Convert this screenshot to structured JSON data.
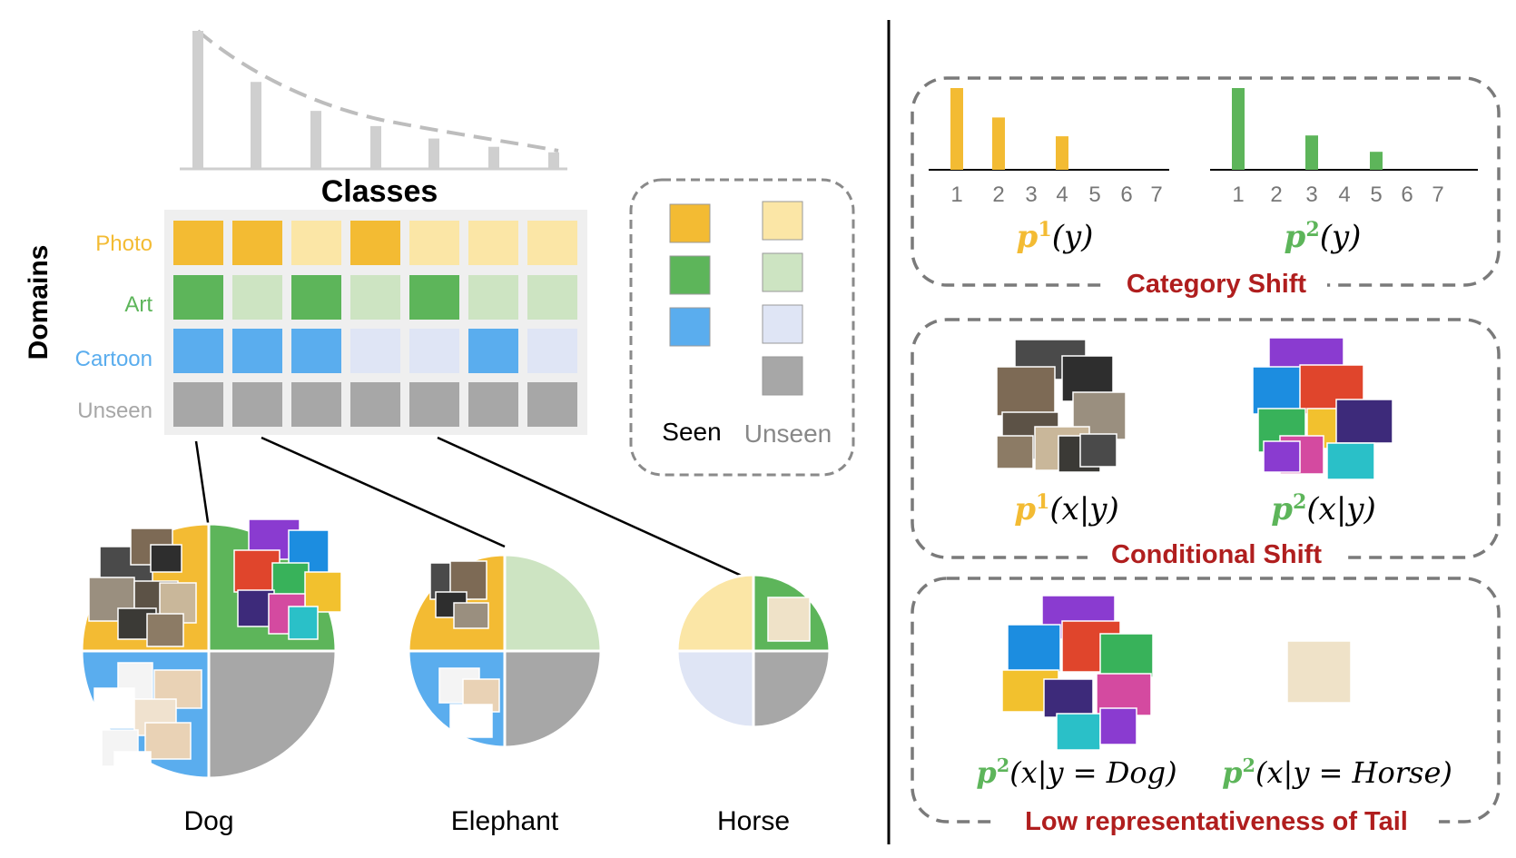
{
  "colors": {
    "photo": "#f3bb33",
    "photo_light": "#fbe6a6",
    "art": "#5db55a",
    "art_light": "#cde4c2",
    "cartoon": "#5aadee",
    "cartoon_light": "#dfe5f5",
    "unseen": "#a7a7a7",
    "shift_label": "#b01e1e",
    "bar_gray": "#cfcfcf"
  },
  "left": {
    "classes_label": "Classes",
    "domains_label": "Domains",
    "row_labels": [
      "Photo",
      "Art",
      "Cartoon",
      "Unseen"
    ],
    "grid": [
      [
        "seen",
        "seen",
        "unseen",
        "seen",
        "unseen",
        "unseen",
        "unseen"
      ],
      [
        "seen",
        "unseen",
        "seen",
        "unseen",
        "seen",
        "unseen",
        "unseen"
      ],
      [
        "seen",
        "seen",
        "seen",
        "unseen",
        "unseen",
        "seen",
        "unseen"
      ],
      [
        "unseen",
        "unseen",
        "unseen",
        "unseen",
        "unseen",
        "unseen",
        "unseen"
      ]
    ],
    "class_distribution": [
      100,
      63,
      42,
      31,
      22,
      16,
      12
    ],
    "pies": [
      {
        "label": "Dog",
        "quadrants": [
          "photo",
          "art",
          "cartoon",
          "unseen"
        ]
      },
      {
        "label": "Elephant",
        "quadrants": [
          "photo",
          "art_light",
          "cartoon",
          "unseen"
        ]
      },
      {
        "label": "Horse",
        "quadrants": [
          "photo_light",
          "art",
          "cartoon_light",
          "unseen"
        ]
      }
    ]
  },
  "legend": {
    "seen": "Seen",
    "unseen": "Unseen"
  },
  "right": {
    "category_shift": {
      "title": "Category Shift",
      "ticks": [
        "1",
        "2",
        "3",
        "4",
        "5",
        "6",
        "7"
      ],
      "p1": {
        "base": "p",
        "sup": "1",
        "arg": "(y)",
        "values": [
          1.0,
          0.64,
          0,
          0.41,
          0,
          0,
          0
        ]
      },
      "p2": {
        "base": "p",
        "sup": "2",
        "arg": "(y)",
        "values": [
          1.0,
          0,
          0.42,
          0,
          0.22,
          0,
          0
        ]
      }
    },
    "conditional_shift": {
      "title": "Conditional Shift",
      "p1": {
        "base": "p",
        "sup": "1",
        "arg": "(x|y)"
      },
      "p2": {
        "base": "p",
        "sup": "2",
        "arg": "(x|y)"
      }
    },
    "tail": {
      "title": "Low representativeness of Tail",
      "dog": {
        "base": "p",
        "sup": "2",
        "arg": "(x|y = Dog)"
      },
      "horse": {
        "base": "p",
        "sup": "2",
        "arg": "(x|y = Horse)"
      }
    }
  }
}
